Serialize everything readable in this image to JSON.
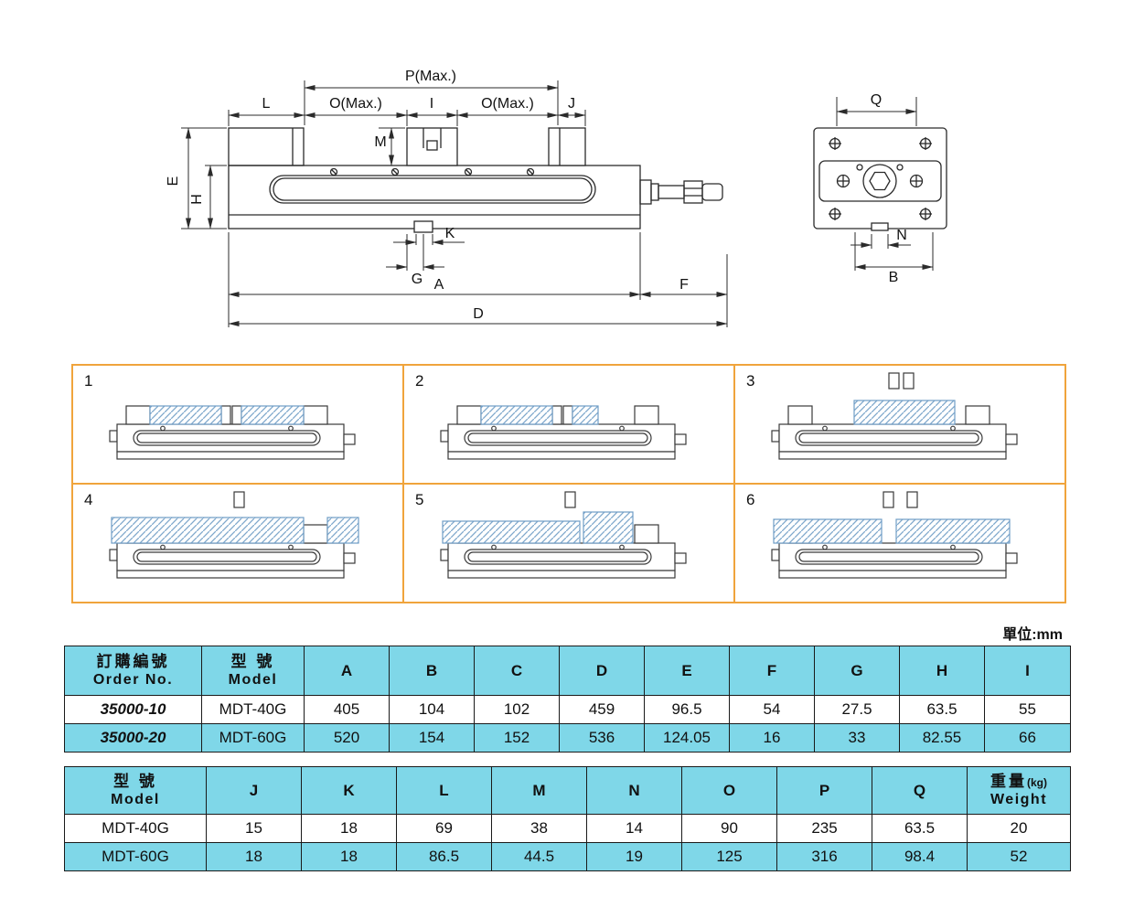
{
  "unit_label": "單位:mm",
  "drawing": {
    "labels": {
      "p": "P(Max.)",
      "l": "L",
      "o_left": "O(Max.)",
      "i": "I",
      "o_right": "O(Max.)",
      "j": "J",
      "m": "M",
      "e": "E",
      "h": "H",
      "k": "K",
      "g": "G",
      "a": "A",
      "f": "F",
      "d": "D",
      "q": "Q",
      "n": "N",
      "b": "B"
    }
  },
  "configs": [
    {
      "num": "1"
    },
    {
      "num": "2"
    },
    {
      "num": "3"
    },
    {
      "num": "4"
    },
    {
      "num": "5"
    },
    {
      "num": "6"
    }
  ],
  "table1": {
    "header": {
      "order_no": {
        "line1": "訂購編號",
        "line2": "Order No."
      },
      "model": {
        "line1": "型 號",
        "line2": "Model"
      },
      "cols": [
        "A",
        "B",
        "C",
        "D",
        "E",
        "F",
        "G",
        "H",
        "I"
      ]
    },
    "rows": [
      {
        "order": "35000-10",
        "model": "MDT-40G",
        "values": [
          "405",
          "104",
          "102",
          "459",
          "96.5",
          "54",
          "27.5",
          "63.5",
          "55"
        ]
      },
      {
        "order": "35000-20",
        "model": "MDT-60G",
        "values": [
          "520",
          "154",
          "152",
          "536",
          "124.05",
          "16",
          "33",
          "82.55",
          "66"
        ]
      }
    ]
  },
  "table2": {
    "header": {
      "model": {
        "line1": "型 號",
        "line2": "Model"
      },
      "cols": [
        "J",
        "K",
        "L",
        "M",
        "N",
        "O",
        "P",
        "Q"
      ],
      "weight": {
        "line1": "重量",
        "unit": "(kg)",
        "line2": "Weight"
      }
    },
    "rows": [
      {
        "model": "MDT-40G",
        "values": [
          "15",
          "18",
          "69",
          "38",
          "14",
          "90",
          "235",
          "63.5",
          "20"
        ]
      },
      {
        "model": "MDT-60G",
        "values": [
          "18",
          "18",
          "86.5",
          "44.5",
          "19",
          "125",
          "316",
          "98.4",
          "52"
        ]
      }
    ]
  },
  "colors": {
    "table_header": "#7fd7e8",
    "accent_orange": "#f0a43c",
    "hatch_blue": "#7fa8cc"
  }
}
